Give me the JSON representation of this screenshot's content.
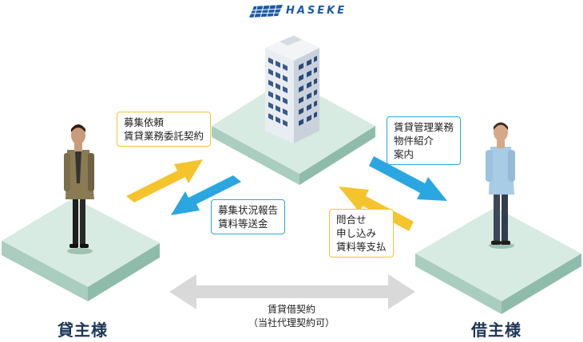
{
  "logo": {
    "text": "HASEKE",
    "color": "#1b5aa6"
  },
  "parties": {
    "landlord": "貸主様",
    "tenant": "借主様"
  },
  "labels": {
    "to_company": [
      "募集依頼",
      "賃貸業務委託契約"
    ],
    "to_landlord": [
      "募集状況報告",
      "賃料等送金"
    ],
    "to_tenant": [
      "賃貸管理業務",
      "物件紹介",
      "案内"
    ],
    "to_company_from_tenant": [
      "問合せ",
      "申し込み",
      "賃料等支払"
    ]
  },
  "contract": {
    "line1": "賃貸借契約",
    "line2": "（当社代理契約可）"
  },
  "colors": {
    "yellow_arrow": "#f5c42c",
    "blue_arrow": "#2aa7e1",
    "gray_arrow": "#d9d9d9",
    "platform_top": "#d8ebe2",
    "platform_side": "#a9cdbf",
    "role_text": "#1d3557"
  }
}
